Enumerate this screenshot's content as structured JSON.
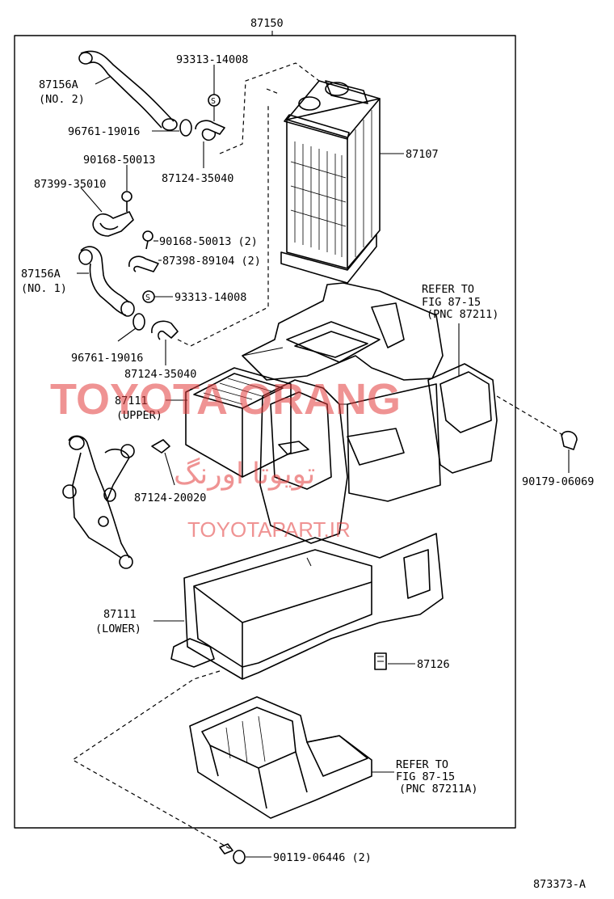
{
  "assembly": {
    "number": "87150"
  },
  "labels": {
    "p93313_top": "93313-14008",
    "p87156a_no2": "87156A",
    "p87156a_no2_sub": "(NO. 2)",
    "p96761_top": "96761-19016",
    "p87124_top": "87124-35040",
    "p90168_a": "90168-50013",
    "p87399": "87399-35010",
    "p90168_b": "90168-50013 (2)",
    "p87398": "87398-89104 (2)",
    "p87156a_no1": "87156A",
    "p87156a_no1_sub": "(NO. 1)",
    "p93313_mid": "93313-14008",
    "p96761_mid": "96761-19016",
    "p87124_mid": "87124-35040",
    "p87107": "87107",
    "refer_top_1": "REFER TO",
    "refer_top_2": "FIG 87-15",
    "refer_top_3": "(PNC 87211)",
    "p87111_upper": "87111",
    "p87111_upper_sub": "(UPPER)",
    "p87124_20020": "87124-20020",
    "p90179": "90179-06069",
    "p87111_lower": "87111",
    "p87111_lower_sub": "(LOWER)",
    "p87126": "87126",
    "refer_bot_1": "REFER TO",
    "refer_bot_2": "FIG 87-15",
    "refer_bot_3": "(PNC 87211A)",
    "p90119": "90119-06446 (2)",
    "figure_id": "873373-A",
    "s_mark": "S"
  },
  "watermark": {
    "main": "TOYOTA ORANG",
    "arabic": "تویوتا اورنگ",
    "site": "TOYOTAPART.IR",
    "color": "#e23b3b"
  }
}
